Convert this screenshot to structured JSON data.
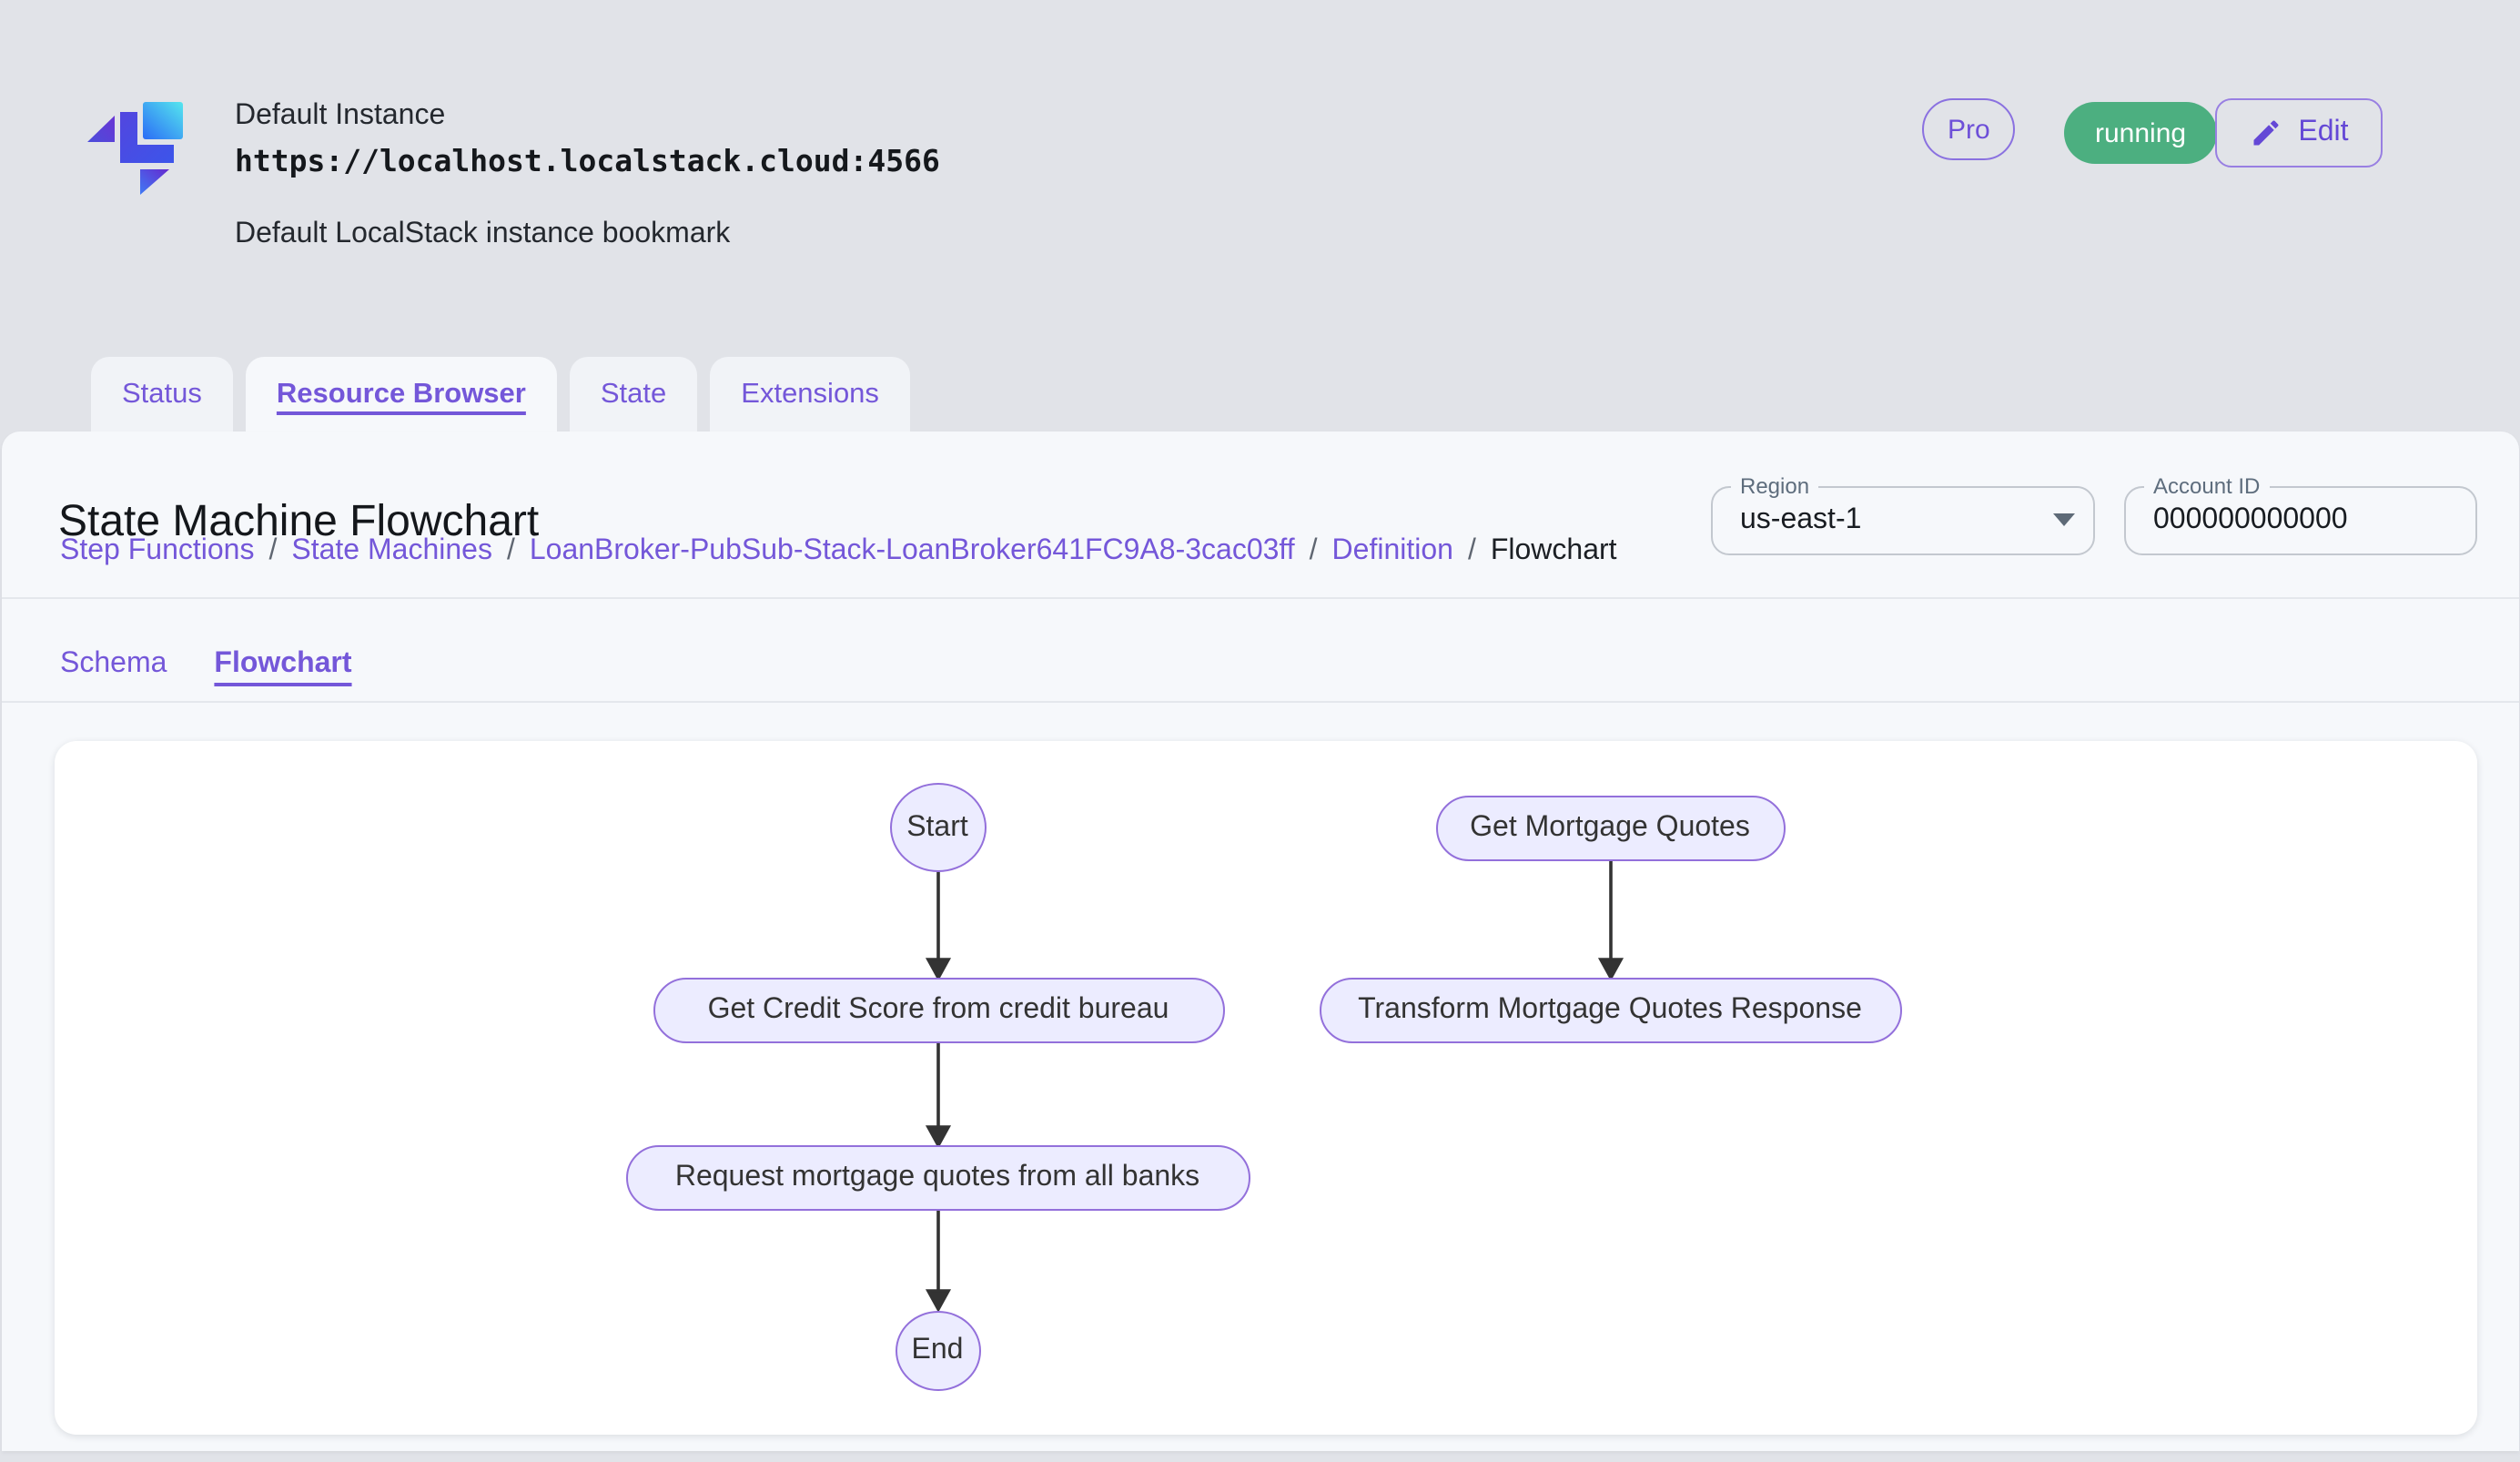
{
  "header": {
    "instance_label": "Default Instance",
    "instance_url": "https://localhost.localstack.cloud:4566",
    "instance_description": "Default LocalStack instance bookmark",
    "pro_chip": "Pro",
    "status_badge": "running",
    "edit_button": "Edit",
    "logo": "localstack-logo"
  },
  "tabs": [
    {
      "label": "Status",
      "active": false
    },
    {
      "label": "Resource Browser",
      "active": true
    },
    {
      "label": "State",
      "active": false
    },
    {
      "label": "Extensions",
      "active": false
    }
  ],
  "page": {
    "title": "State Machine Flowchart",
    "breadcrumb_separator": "/",
    "breadcrumb": [
      {
        "label": "Step Functions",
        "link": true
      },
      {
        "label": "State Machines",
        "link": true
      },
      {
        "label": "LoanBroker-PubSub-Stack-LoanBroker641FC9A8-3cac03ff",
        "link": true
      },
      {
        "label": "Definition",
        "link": true
      },
      {
        "label": "Flowchart",
        "link": false
      }
    ],
    "region_field": {
      "label": "Region",
      "value": "us-east-1"
    },
    "account_field": {
      "label": "Account ID",
      "value": "000000000000"
    }
  },
  "subtabs": [
    {
      "label": "Schema",
      "active": false
    },
    {
      "label": "Flowchart",
      "active": true
    }
  ],
  "flowchart": {
    "nodes": [
      {
        "id": "start",
        "label": "Start",
        "shape": "ellipse"
      },
      {
        "id": "get-mortgage-quotes",
        "label": "Get Mortgage Quotes",
        "shape": "stadium"
      },
      {
        "id": "get-credit-score",
        "label": "Get Credit Score from credit bureau",
        "shape": "stadium"
      },
      {
        "id": "transform-response",
        "label": "Transform Mortgage Quotes Response",
        "shape": "stadium"
      },
      {
        "id": "request-quotes",
        "label": "Request mortgage quotes from all banks",
        "shape": "stadium"
      },
      {
        "id": "end",
        "label": "End",
        "shape": "ellipse"
      }
    ],
    "edges": [
      {
        "from": "start",
        "to": "get-credit-score"
      },
      {
        "from": "get-credit-score",
        "to": "request-quotes"
      },
      {
        "from": "request-quotes",
        "to": "end"
      },
      {
        "from": "get-mortgage-quotes",
        "to": "transform-response"
      }
    ]
  },
  "colors": {
    "accent_purple": "#7457d9",
    "running_green": "#4caf80",
    "node_fill": "#ECECFF",
    "node_border": "#9370DB",
    "arrow": "#333333",
    "page_background": "#e1e3e8",
    "panel_background": "#f6f8fb"
  }
}
